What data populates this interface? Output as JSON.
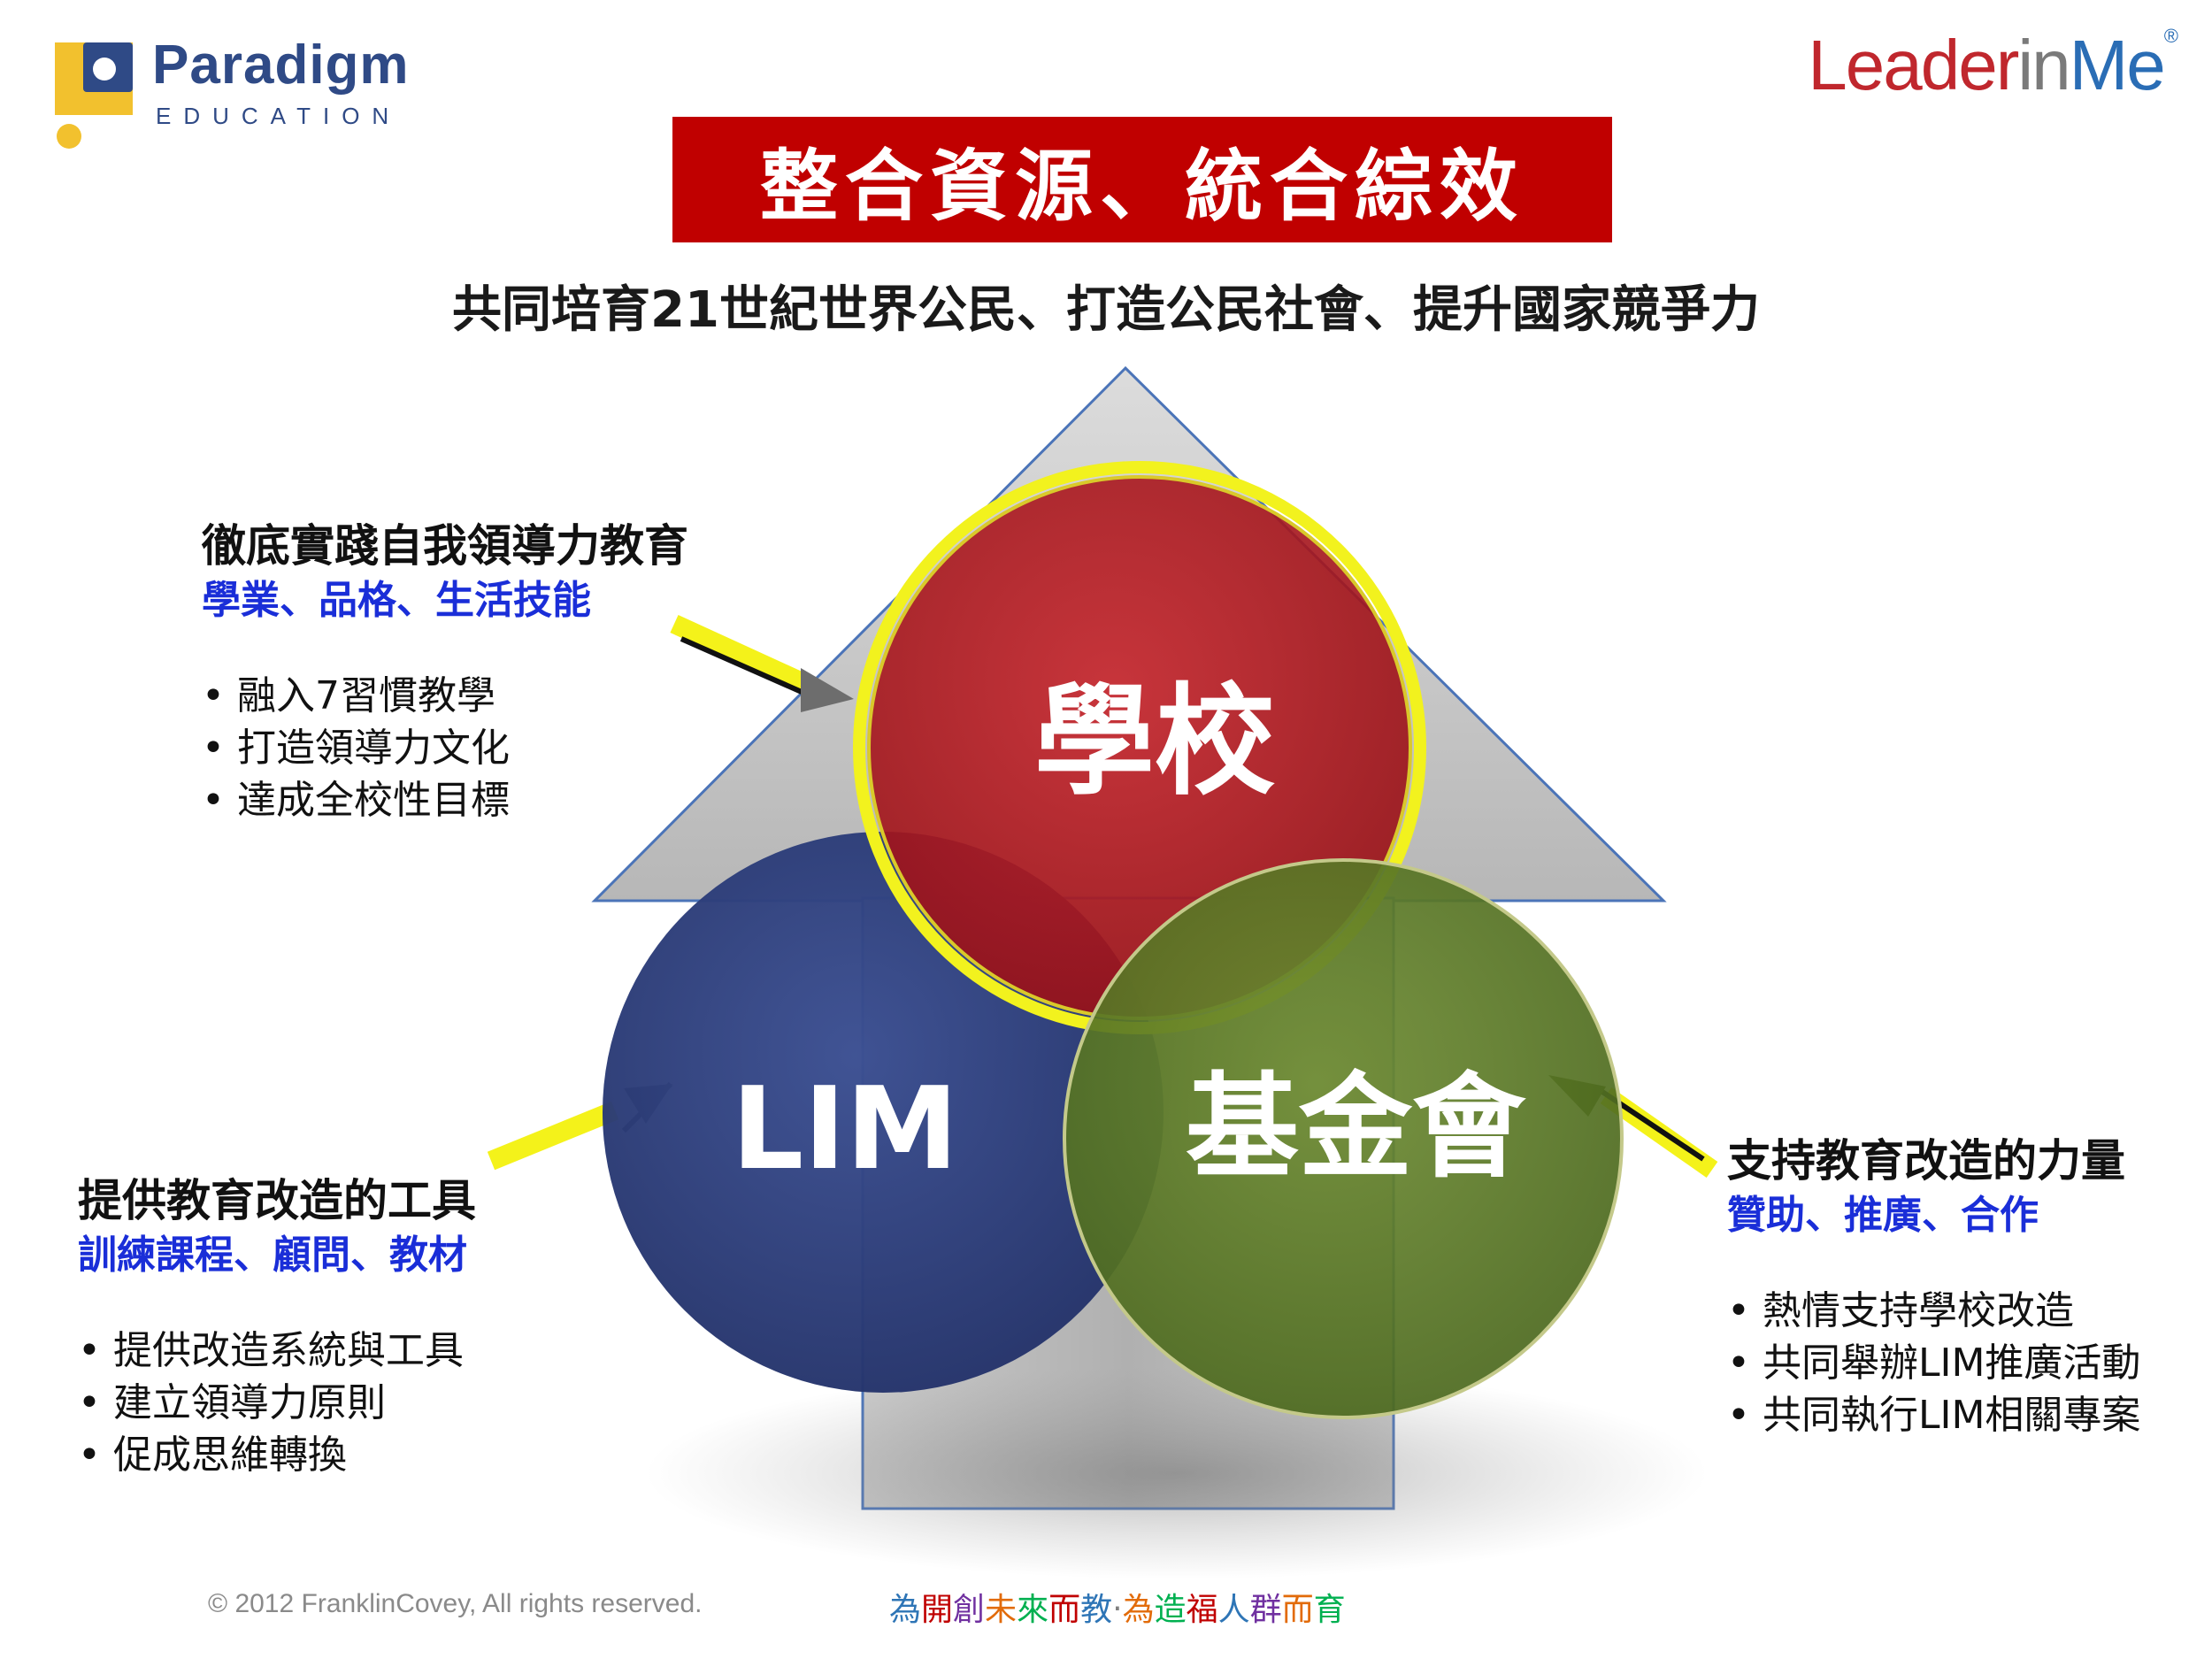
{
  "logos": {
    "paradigm": {
      "name": "Paradigm",
      "tagline": "EDUCATION"
    },
    "leader": {
      "part1": "Leader",
      "part2": "in",
      "part3": "Me",
      "reg": "®"
    }
  },
  "title": "整合資源、統合綜效",
  "subtitle": "共同培育21世紀世界公民、打造公民社會、提升國家競爭力",
  "circles": {
    "school": "學校",
    "lim": "LIM",
    "foundation": "基金會"
  },
  "blocks": {
    "school": {
      "heading": "徹底實踐自我領導力教育",
      "subheading": "學業、品格、生活技能",
      "items": [
        "融入7習慣教學",
        "打造領導力文化",
        "達成全校性目標"
      ]
    },
    "lim": {
      "heading": "提供教育改造的工具",
      "subheading": "訓練課程、顧問、教材",
      "items": [
        "提供改造系統與工具",
        "建立領導力原則",
        "促成思維轉換"
      ]
    },
    "foundation": {
      "heading": "支持教育改造的力量",
      "subheading": "贊助、推廣、合作",
      "items": [
        "熱情支持學校改造",
        "共同舉辦LIM推廣活動",
        "共同執行LIM相關專案"
      ]
    }
  },
  "footer": {
    "copyright": "© 2012 FranklinCovey, All rights reserved.",
    "slogan": [
      {
        "char": "為",
        "color": "#2e75b6"
      },
      {
        "char": "開",
        "color": "#c00000"
      },
      {
        "char": "創",
        "color": "#7030a0"
      },
      {
        "char": "未",
        "color": "#e26b0a"
      },
      {
        "char": "來",
        "color": "#00b050"
      },
      {
        "char": "而",
        "color": "#c00000"
      },
      {
        "char": "教",
        "color": "#2e75b6"
      },
      {
        "char": "‧",
        "color": "#7f7f7f"
      },
      {
        "char": "為",
        "color": "#e26b0a"
      },
      {
        "char": "造",
        "color": "#00b050"
      },
      {
        "char": "福",
        "color": "#c00000"
      },
      {
        "char": "人",
        "color": "#2e75b6"
      },
      {
        "char": "群",
        "color": "#7030a0"
      },
      {
        "char": "而",
        "color": "#e26b0a"
      },
      {
        "char": "育",
        "color": "#00b050"
      }
    ]
  },
  "colors": {
    "title_bg": "#c00000",
    "school_circle": "#b0141b",
    "lim_circle": "#2e3f7f",
    "foundation_circle": "#5e7a2a",
    "highlight_ring": "#f2f21e",
    "subheading": "#1a2ed8"
  }
}
